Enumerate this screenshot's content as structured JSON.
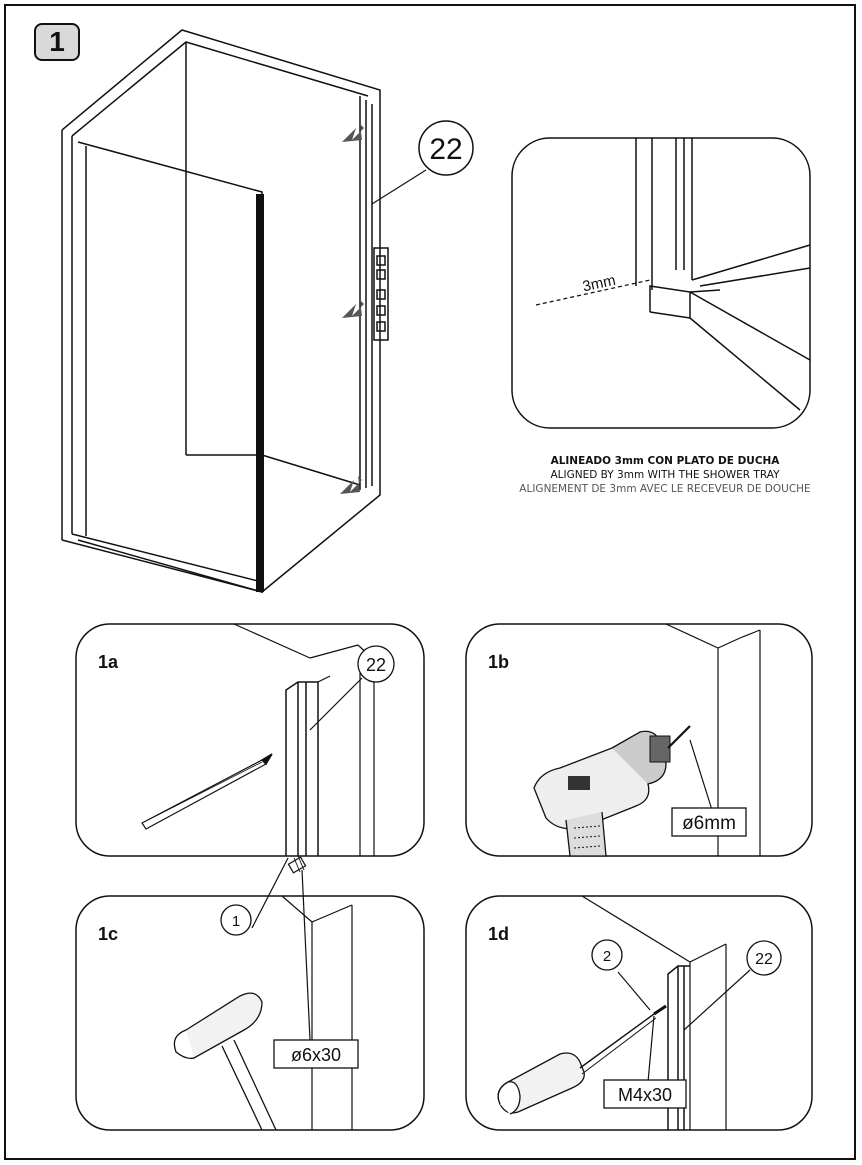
{
  "step": {
    "number": "1"
  },
  "main_figure": {
    "part_callout": "22"
  },
  "detail": {
    "measure": "3mm",
    "caption_es": "ALINEADO 3mm CON PLATO DE DUCHA",
    "caption_en": "ALIGNED BY 3mm WITH THE SHOWER TRAY",
    "caption_fr": "ALIGNEMENT DE 3mm AVEC LE RECEVEUR DE DOUCHE"
  },
  "panels": {
    "p1a": {
      "label": "1a",
      "callout": "22"
    },
    "p1b": {
      "label": "1b",
      "spec": "ø6mm"
    },
    "p1c": {
      "label": "1c",
      "callout": "1",
      "spec": "ø6x30"
    },
    "p1d": {
      "label": "1d",
      "callout_screw": "2",
      "callout_profile": "22",
      "spec": "M4x30"
    }
  },
  "colors": {
    "line": "#111111",
    "arrow": "#555555",
    "badge": "#d9d9d9"
  }
}
